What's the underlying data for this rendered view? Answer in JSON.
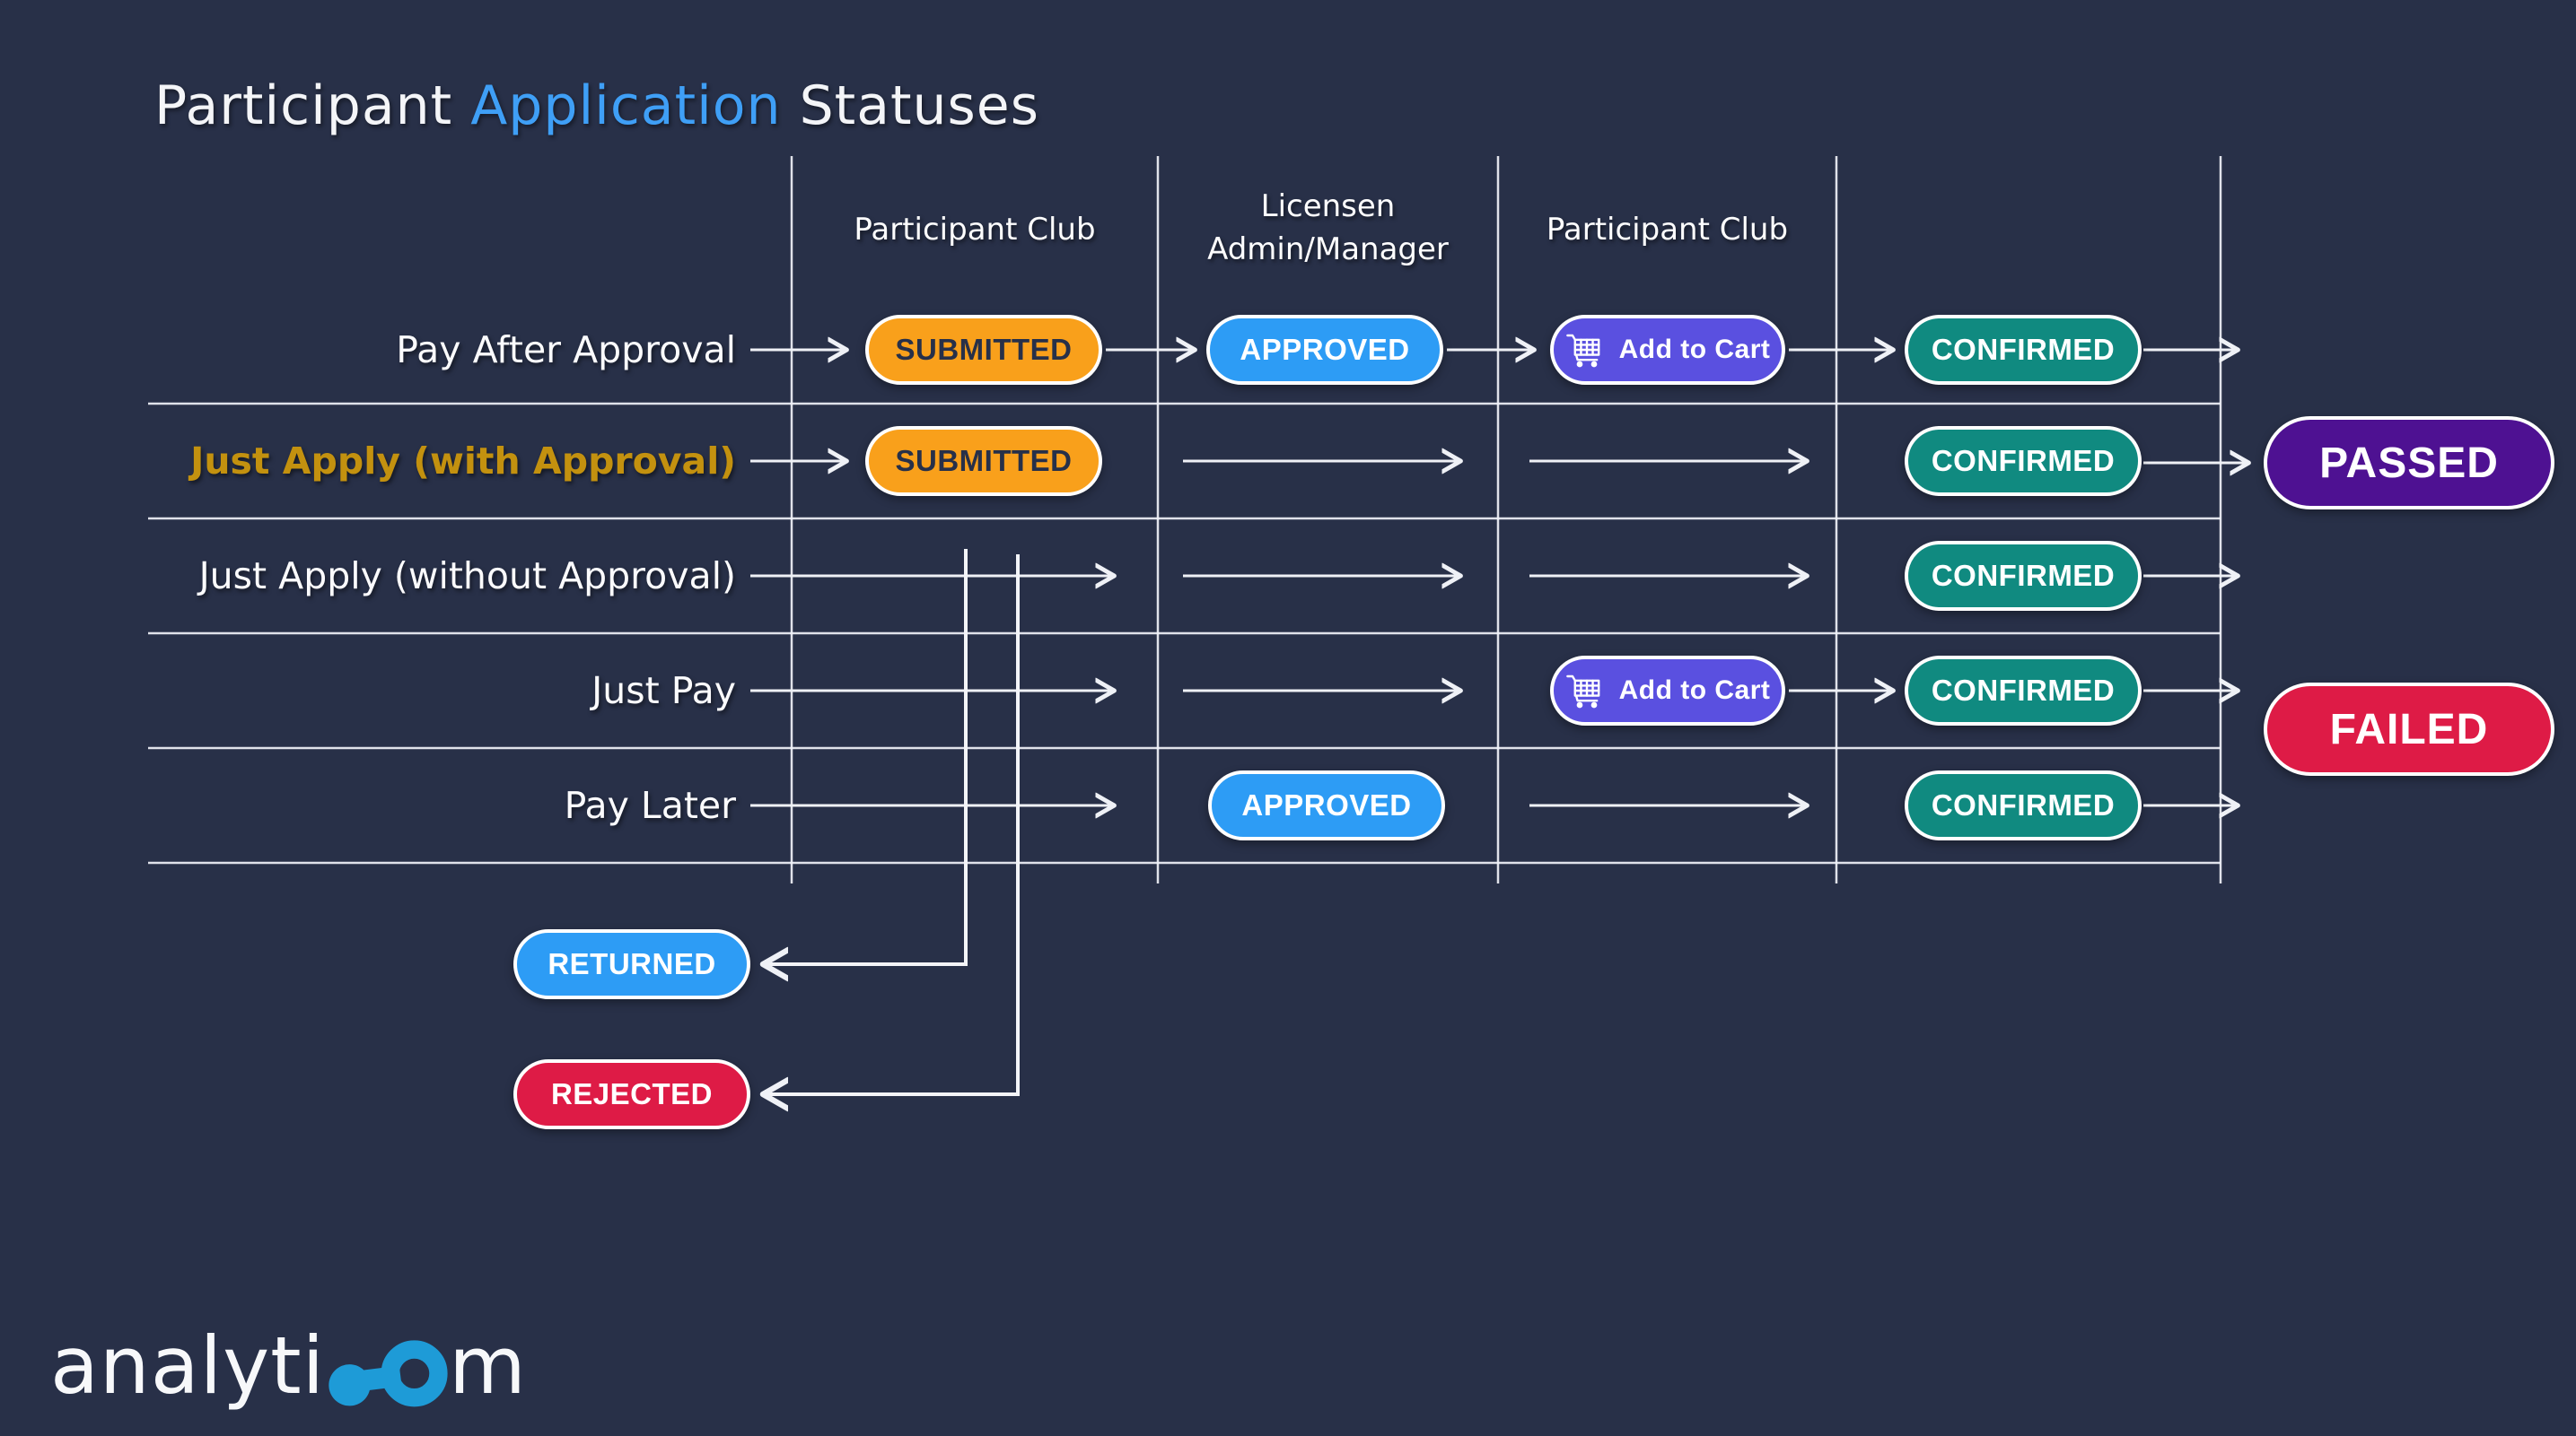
{
  "title": {
    "prefix": "Participant ",
    "accent": "Application",
    "suffix": " Statuses"
  },
  "columns": [
    {
      "line1": "Participant Club",
      "line2": ""
    },
    {
      "line1": "Licensen",
      "line2": "Admin/Manager"
    },
    {
      "line1": "Participant Club",
      "line2": ""
    }
  ],
  "rows": [
    {
      "label": "Pay After Approval",
      "emphasis": false
    },
    {
      "label": "Just Apply (with Approval)",
      "emphasis": true
    },
    {
      "label": "Just Apply (without Approval)",
      "emphasis": false
    },
    {
      "label": "Just Pay",
      "emphasis": false
    },
    {
      "label": "Pay Later",
      "emphasis": false
    }
  ],
  "statuses": {
    "submitted": "SUBMITTED",
    "approved": "APPROVED",
    "add_to_cart": "Add to Cart",
    "confirmed": "CONFIRMED",
    "returned": "RETURNED",
    "rejected": "REJECTED",
    "passed": "PASSED",
    "failed": "FAILED"
  },
  "colors": {
    "background": "#283048",
    "title_accent": "#3F9FF6",
    "row_emphasis": "#C3910F",
    "submitted": "#F9A01B",
    "approved": "#2D9CF5",
    "add_to_cart": "#5A50E0",
    "confirmed": "#108A80",
    "returned": "#2D9CF5",
    "rejected": "#DE1B46",
    "passed": "#4E1192",
    "failed": "#DE1B46",
    "logo_accent": "#1E9BD7"
  },
  "logo": {
    "prefix": "analyti",
    "accent_letters": "co",
    "suffix": "m"
  }
}
